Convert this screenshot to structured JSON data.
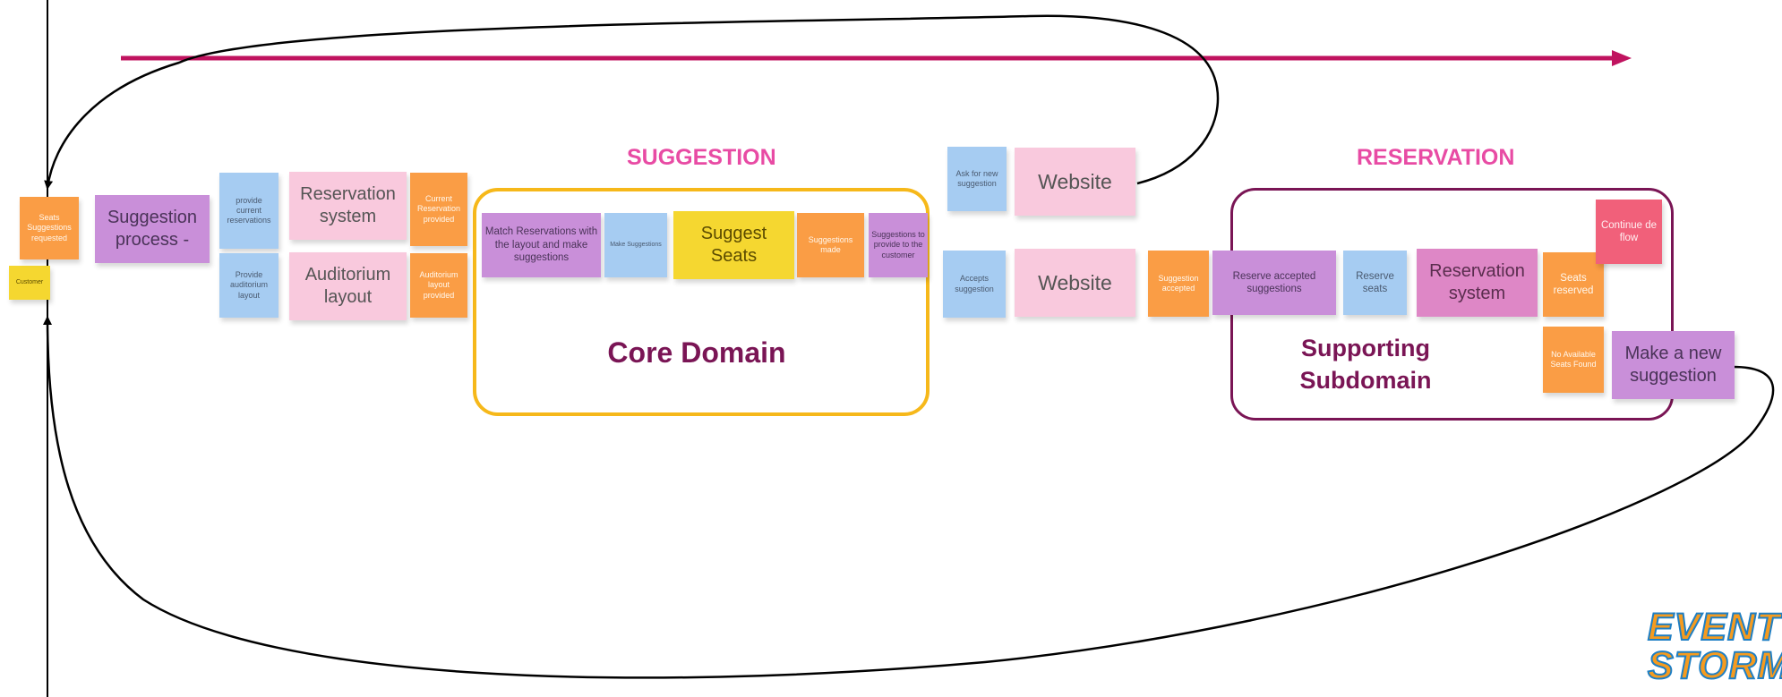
{
  "sections": {
    "suggestion_title": "SUGGESTION",
    "reservation_title": "RESERVATION",
    "core_domain": "Core Domain",
    "supporting_subdomain_line1": "Supporting",
    "supporting_subdomain_line2": "Subdomain"
  },
  "notes": {
    "seats_suggestions_requested": "Seats Suggestions requested",
    "customer": "Customer",
    "suggestion_process": "Suggestion process -",
    "provide_current_reservations": "provide current reservations",
    "reservation_system_1": "Reservation system",
    "current_reservation_provided": "Current Reservation provided",
    "provide_auditorium_layout": "Provide auditorium layout",
    "auditorium_layout": "Auditorium layout",
    "auditorium_layout_provided": "Auditorium layout provided",
    "match_reservations": "Match Reservations with the layout and make suggestions",
    "make_suggestions": "Make Suggestions",
    "suggest_seats": "Suggest Seats",
    "suggestions_made": "Suggestions made",
    "suggestions_to_provide": "Suggestions to provide to the customer",
    "ask_for_new_suggestion": "Ask for new suggestion",
    "website_1": "Website",
    "accepts_suggestion": "Accepts suggestion",
    "website_2": "Website",
    "suggestion_accepted": "Suggestion accepted",
    "reserve_accepted_suggestions": "Reserve accepted suggestions",
    "reserve_seats": "Reserve seats",
    "reservation_system_2": "Reservation system",
    "seats_reserved": "Seats reserved",
    "continue_de_flow": "Continue de flow",
    "no_available_seats_found": "No Available Seats Found",
    "make_a_new_suggestion": "Make a new suggestion"
  },
  "logo": {
    "line1": "EVENT",
    "line2": "STORMI"
  },
  "colors": {
    "timeline": "#c0135f",
    "core_domain_border": "#f6b81a",
    "supporting_border": "#7a1555",
    "section_title": "#e84ba4",
    "domain_event": "#fa9d45",
    "command": "#a6ccf2",
    "external_system": "#f9c9dd",
    "policy": "#c98fd9",
    "aggregate": "#f5d730",
    "hot_spot": "#f1607a"
  }
}
